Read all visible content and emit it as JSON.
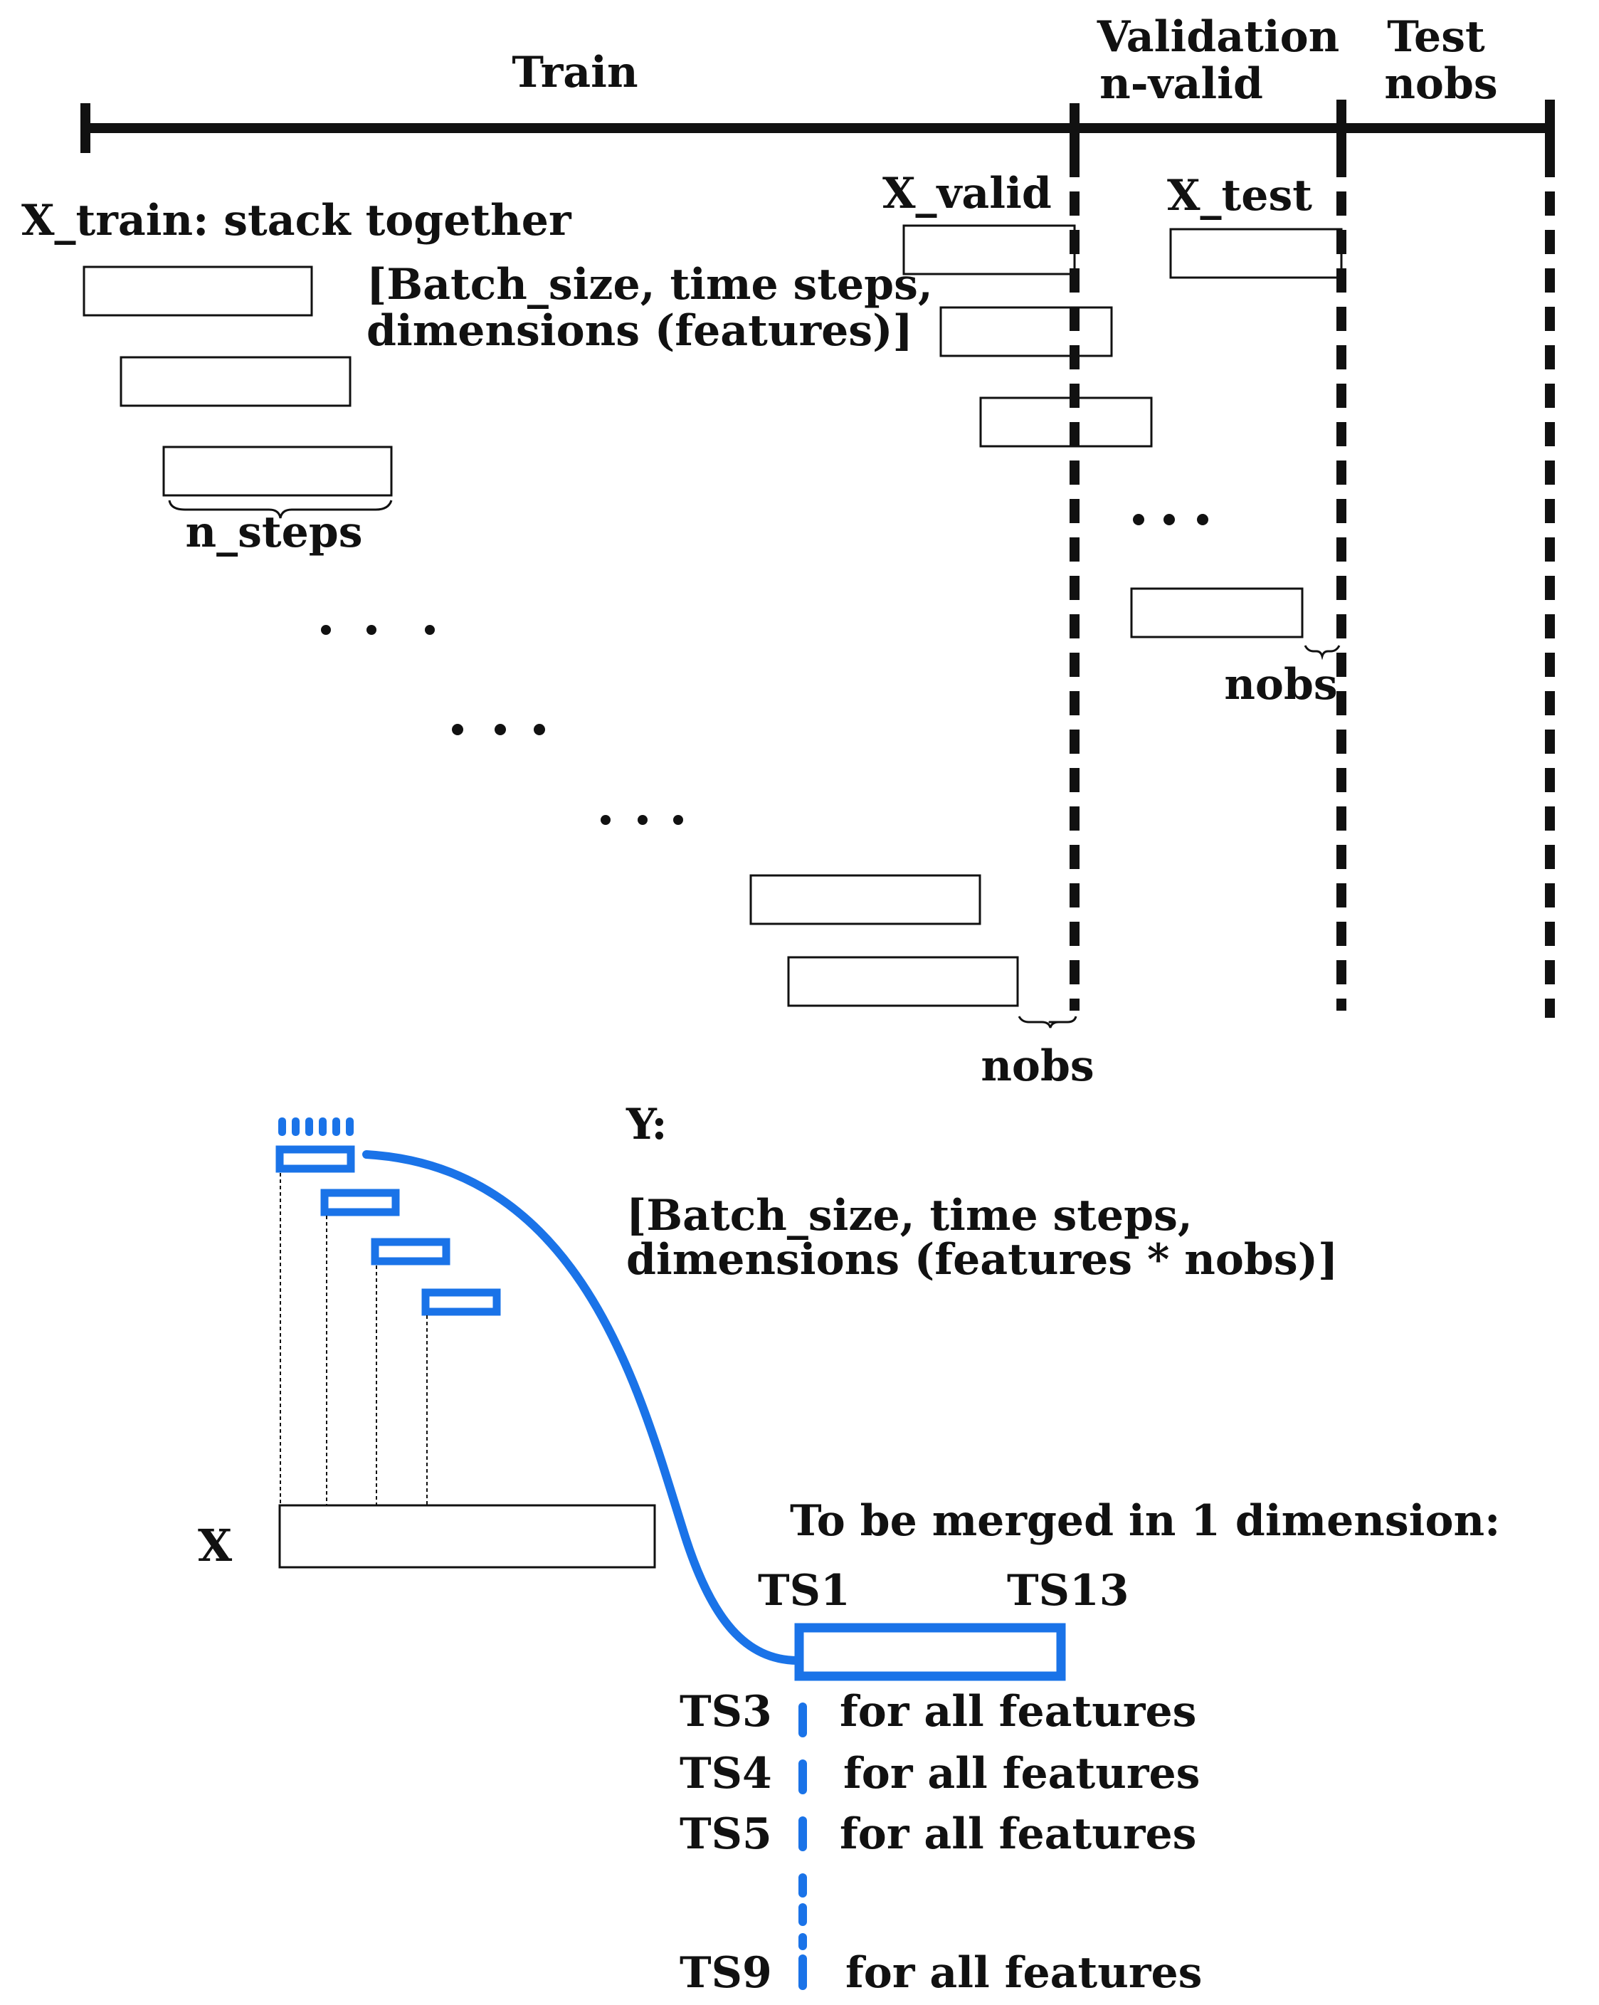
{
  "timeline": {
    "train_label": "Train",
    "validation_label": "Validation",
    "n_valid_label": "n-valid",
    "test_label": "Test",
    "test_nobs_label": "nobs"
  },
  "labels": {
    "x_train": "X_train: stack together",
    "shape_line1": "[Batch_size, time steps,",
    "shape_line2": "dimensions (features)]",
    "n_steps": "n_steps",
    "x_valid": "X_valid",
    "x_test": "X_test",
    "nobs_train": "nobs",
    "nobs_valid": "nobs",
    "y_label": "Y:",
    "y_shape_line1": "[Batch_size, time steps,",
    "y_shape_line2": "dimensions (features * nobs)]",
    "x_label": "X",
    "merged_label": "To be merged in 1 dimension:",
    "ts_first": "TS1",
    "ts_last": "TS13"
  },
  "ts_rows": [
    {
      "ts": "TS3",
      "text": "for all features"
    },
    {
      "ts": "TS4",
      "text": "for all features"
    },
    {
      "ts": "TS5",
      "text": "for all features"
    },
    {
      "ts": "TS9",
      "text": "for all features"
    }
  ],
  "colors": {
    "line": "#111111",
    "accent_blue": "#1a73e8"
  }
}
